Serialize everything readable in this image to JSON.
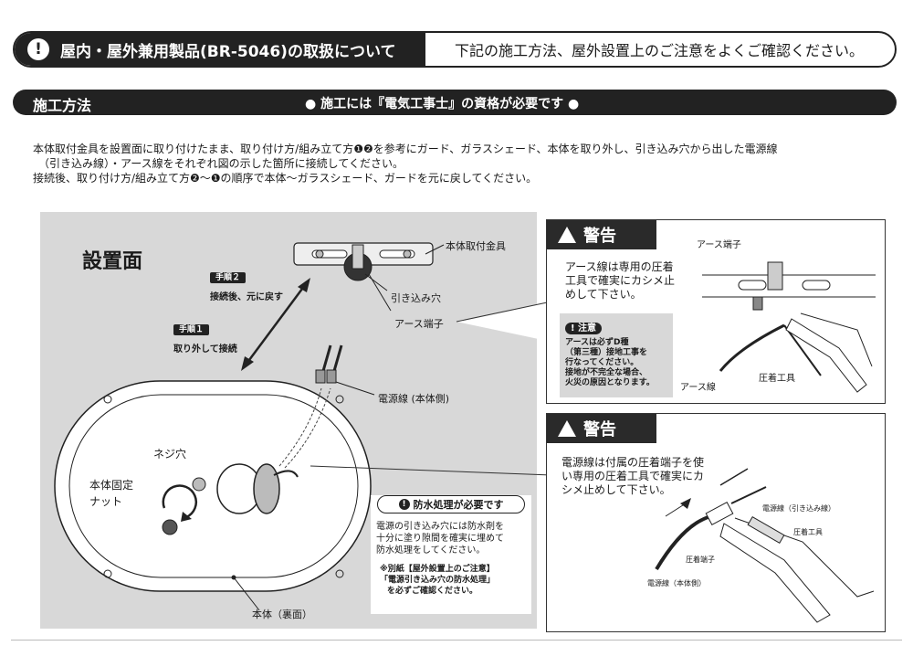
{
  "header": {
    "title": "屋内・屋外兼用製品(BR-5046)の取扱について",
    "subtitle": "下記の施工方法、屋外設置上のご注意をよくご確認ください。",
    "icon": "exclamation-icon"
  },
  "section": {
    "title": "施工方法",
    "requirement": "● 施工には『電気工事士』の資格が必要です ●"
  },
  "intro": {
    "line1": "本体取付金具を設置面に取り付けたまま、取り付け方/組み立て方❶❷を参考にガード、ガラスシェード、本体を取り外し、引き込み穴から出した電源線",
    "line2": "（引き込み線）・アース線をそれぞれ図の示した箇所に接続してください。",
    "line3": "接続後、取り付け方/組み立て方❷～❶の順序で本体～ガラスシェード、ガードを元に戻してください。"
  },
  "diagram": {
    "surface_label": "設置面",
    "step2_badge": "手順２",
    "step2_text": "接続後、元に戻す",
    "step1_badge": "手順１",
    "step1_text": "取り外して接続",
    "bracket_label": "本体取付金具",
    "hole_label": "引き込み穴",
    "earth_terminal_label": "アース端子",
    "power_wire_label": "電源線 (本体側)",
    "screw_hole_label": "ネジ穴",
    "nut_label_1": "本体固定",
    "nut_label_2": "ナット",
    "body_label": "本体（裏面）"
  },
  "waterproof": {
    "title": "防水処理が必要です",
    "body_1": "電源の引き込み穴には防水剤を",
    "body_2": "十分に塗り隙間を確実に埋めて",
    "body_3": "防水処理をしてください。",
    "ref_1": "※別紙【屋外設置上のご注意】",
    "ref_2": "「電源引き込み穴の防水処理」",
    "ref_3": "を必ずご確認ください。"
  },
  "warning1": {
    "title": "警告",
    "text_1": "アース線は専用の圧着",
    "text_2": "工具で確実にカシメ止",
    "text_3": "めして下さい。",
    "caution_title": "注意",
    "caution_1": "アースは必ずD種",
    "caution_2": "（第三種）接地工事を",
    "caution_3": "行なってください。",
    "caution_4": "接地が不完全な場合、",
    "caution_5": "火災の原因となります。",
    "terminal_label": "アース端子",
    "wire_label": "アース線",
    "tool_label": "圧着工具"
  },
  "warning2": {
    "title": "警告",
    "text_1": "電源線は付属の圧着端子を使",
    "text_2": "い専用の圧着工具で確実にカ",
    "text_3": "シメ止めして下さい。",
    "lead_label": "電源線（引き込み線）",
    "tool_label": "圧着工具",
    "terminal_label": "圧着端子",
    "body_wire_label": "電源線（本体側）"
  }
}
